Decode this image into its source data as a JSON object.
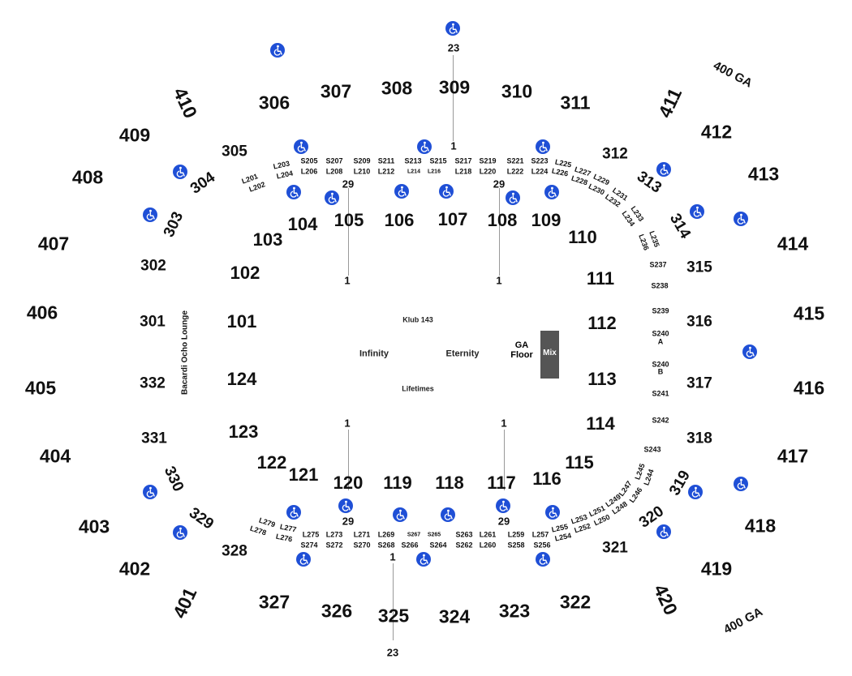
{
  "colors": {
    "wheelchair": "#1f4fd6",
    "mix_block": "#555555",
    "text": "#111111",
    "aisle_line": "#999999"
  },
  "icons": {
    "accessible": "wheelchair-icon"
  },
  "venue": {
    "lounge": "Bacardi Ocho Lounge",
    "klub": "Klub 143",
    "infinity": "Infinity",
    "eternity": "Eternity",
    "lifetimes": "Lifetimes",
    "ga_floor_line1": "GA",
    "ga_floor_line2": "Floor",
    "mix": "Mix",
    "ga400_top": "400 GA",
    "ga400_bottom": "400 GA"
  },
  "rows": {
    "r23": "23",
    "r1": "1",
    "r29": "29"
  },
  "sections400": {
    "s401": "401",
    "s402": "402",
    "s403": "403",
    "s404": "404",
    "s405": "405",
    "s406": "406",
    "s407": "407",
    "s408": "408",
    "s409": "409",
    "s410": "410",
    "s411": "411",
    "s412": "412",
    "s413": "413",
    "s414": "414",
    "s415": "415",
    "s416": "416",
    "s417": "417",
    "s418": "418",
    "s419": "419",
    "s420": "420"
  },
  "sections300": {
    "s301": "301",
    "s302": "302",
    "s303": "303",
    "s304": "304",
    "s305": "305",
    "s306": "306",
    "s307": "307",
    "s308": "308",
    "s309": "309",
    "s310": "310",
    "s311": "311",
    "s312": "312",
    "s313": "313",
    "s314": "314",
    "s315": "315",
    "s316": "316",
    "s317": "317",
    "s318": "318",
    "s319": "319",
    "s320": "320",
    "s321": "321",
    "s322": "322",
    "s323": "323",
    "s324": "324",
    "s325": "325",
    "s326": "326",
    "s327": "327",
    "s328": "328",
    "s329": "329",
    "s330": "330",
    "s331": "331",
    "s332": "332"
  },
  "sections100": {
    "s101": "101",
    "s102": "102",
    "s103": "103",
    "s104": "104",
    "s105": "105",
    "s106": "106",
    "s107": "107",
    "s108": "108",
    "s109": "109",
    "s110": "110",
    "s111": "111",
    "s112": "112",
    "s113": "113",
    "s114": "114",
    "s115": "115",
    "s116": "116",
    "s117": "117",
    "s118": "118",
    "s119": "119",
    "s120": "120",
    "s121": "121",
    "s122": "122",
    "s123": "123",
    "s124": "124"
  },
  "suites": {
    "S205": "S205",
    "S206": "L206",
    "S207": "S207",
    "L208": "L208",
    "S209": "S209",
    "L210": "L210",
    "S211": "S211",
    "L212": "L212",
    "S213": "S213",
    "L214": "L214",
    "S215": "S215",
    "L216": "L216",
    "S217": "S217",
    "L218": "L218",
    "S219": "S219",
    "L220": "L220",
    "S221": "S221",
    "L222": "L222",
    "S223": "S223",
    "L224": "L224",
    "L201": "L201",
    "L202": "L202",
    "L203": "L203",
    "L204": "L204",
    "L225": "L225",
    "L226": "L226",
    "L227": "L227",
    "L228": "L228",
    "L229": "L229",
    "L230": "L230",
    "L231": "L231",
    "L232": "L232",
    "L233": "L233",
    "L234": "L234",
    "L235": "L235",
    "L236": "L236",
    "S237": "S237",
    "S238": "S238",
    "S239": "S239",
    "S240A_1": "S240",
    "S240A_2": "A",
    "S240B_1": "S240",
    "S240B_2": "B",
    "S241": "S241",
    "S242": "S242",
    "S243": "S243",
    "L244": "L244",
    "L245": "L245",
    "L246": "L246",
    "L247": "L247",
    "L248": "L248",
    "L249": "L249",
    "L250": "L250",
    "L251": "L251",
    "L252": "L252",
    "L253": "L253",
    "L254": "L254",
    "L255": "L255",
    "S256": "S256",
    "L257": "L257",
    "S258": "S258",
    "L259": "L259",
    "S260": "L260",
    "L261": "L261",
    "S262": "S262",
    "S263": "S263",
    "S264": "S264",
    "S265": "S265",
    "S266": "S266",
    "S267": "S267",
    "S268": "S268",
    "L269": "L269",
    "S270": "S270",
    "L271": "L271",
    "S272": "S272",
    "L273": "L273",
    "S274": "S274",
    "L275": "L275",
    "L276": "L276",
    "L277": "L277",
    "L278": "L278",
    "L279": "L279"
  }
}
